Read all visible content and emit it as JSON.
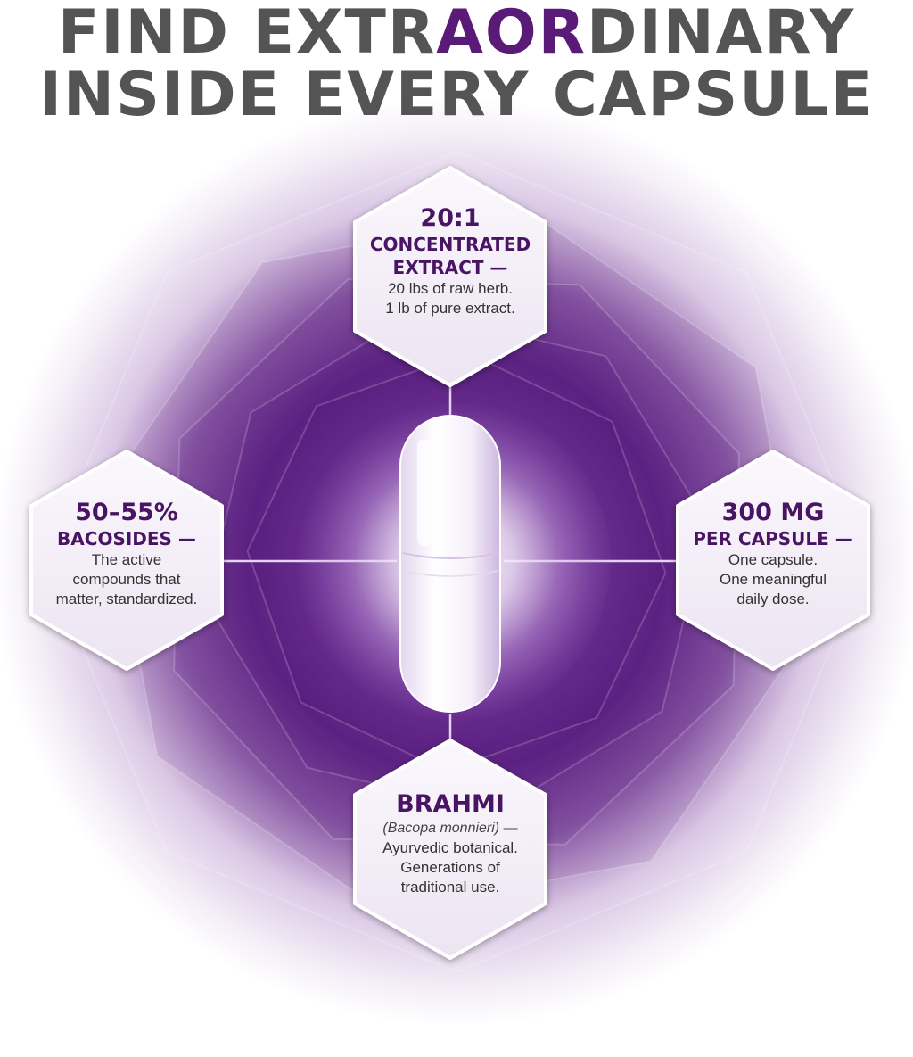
{
  "headline": {
    "line1_before": "FIND EXTR",
    "line1_accent": "AOR",
    "line1_after": "DINARY",
    "line2": "INSIDE EVERY CAPSULE"
  },
  "colors": {
    "headline_gray": "#545454",
    "accent_purple": "#5a1a78",
    "deep_purple": "#4a1464",
    "glow_purple": "#6a2a92"
  },
  "features": {
    "top": {
      "value": "20:1",
      "title_line1": "CONCENTRATED",
      "title_line2": "EXTRACT —",
      "desc_line1": "20 lbs of raw herb.",
      "desc_line2": "1 lb of pure extract."
    },
    "left": {
      "value": "50–55%",
      "title": "BACOSIDES —",
      "desc_line1": "The active",
      "desc_line2": "compounds that",
      "desc_line3": "matter, standardized."
    },
    "right": {
      "value": "300 MG",
      "title": "PER CAPSULE —",
      "desc_line1": "One capsule.",
      "desc_line2": "One meaningful",
      "desc_line3": "daily dose."
    },
    "bottom": {
      "value": "BRAHMI",
      "subtitle": "(Bacopa monnieri) —",
      "desc_line1": "Ayurvedic botanical.",
      "desc_line2": "Generations of",
      "desc_line3": "traditional use."
    }
  },
  "icons": {
    "center": "capsule-icon"
  }
}
